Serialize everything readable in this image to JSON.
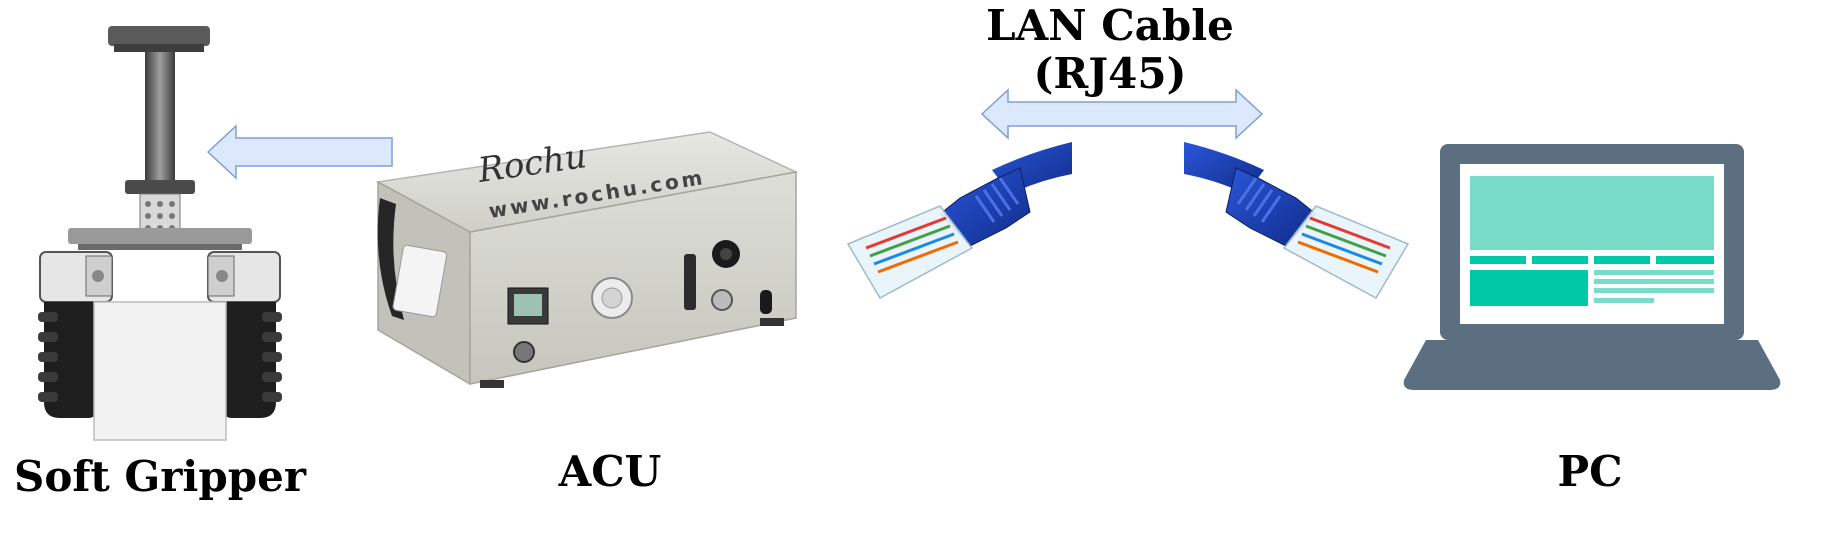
{
  "labels": {
    "gripper": "Soft Gripper",
    "acu": "ACU",
    "pc": "PC",
    "lan_line1": "LAN Cable",
    "lan_line2": "(RJ45)"
  },
  "acu_brand": {
    "logo": "Rochu",
    "url": "www.rochu.com"
  },
  "colors": {
    "arrow_fill": "#dce8fb",
    "arrow_stroke": "#7f9fd6",
    "cable_blue": "#1b3fb5",
    "laptop_body": "#5b6f80",
    "screen_accent": "#79dcc8",
    "screen_accent_dark": "#00c9a7"
  }
}
